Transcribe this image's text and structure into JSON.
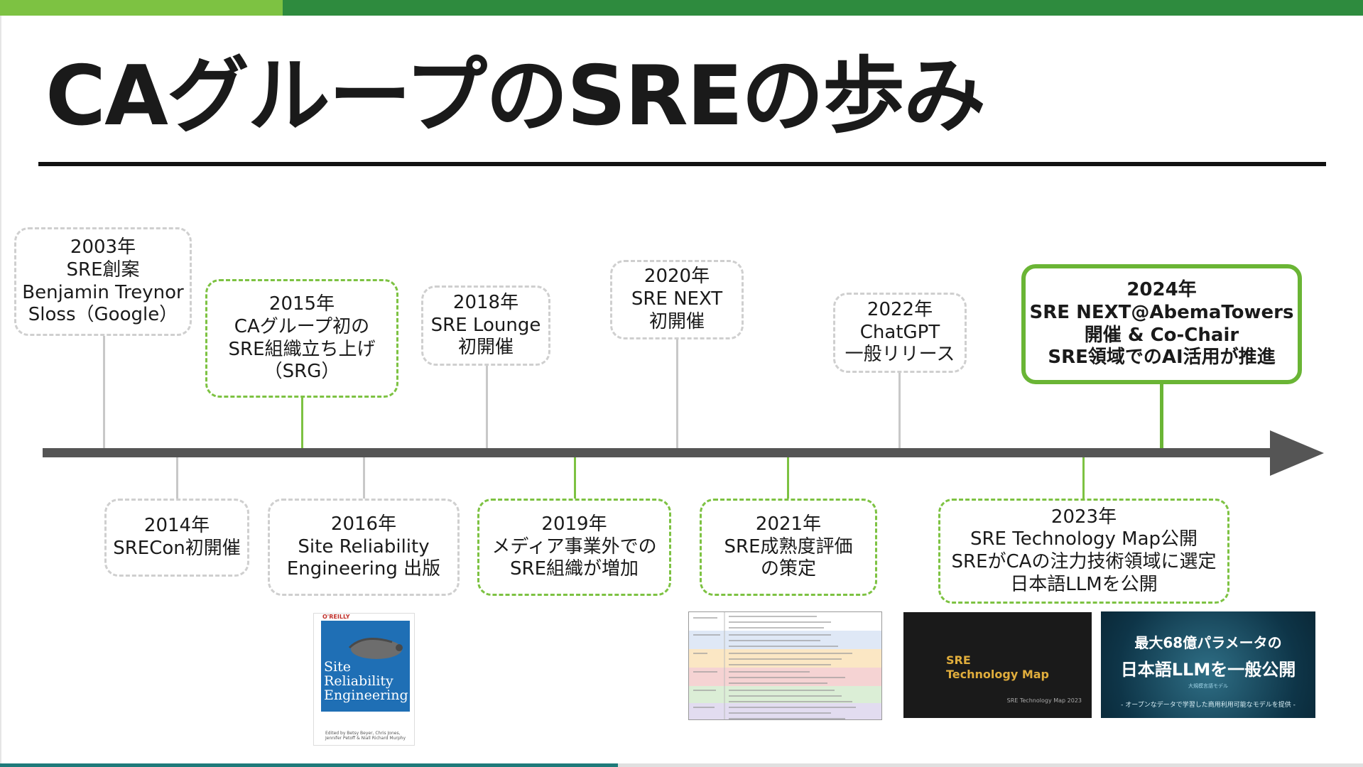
{
  "slide": {
    "title": "CAグループのSREの歩み",
    "accent_colors": {
      "light_green": "#7dc242",
      "dark_green": "#2e8b3e",
      "axis_gray": "#555555",
      "dashed_gray": "#cfcfcf"
    }
  },
  "events": [
    {
      "id": "e2003",
      "lines": [
        "2003年",
        "SRE創案",
        "Benjamin Treynor",
        "Sloss（Google）"
      ],
      "style": "gray",
      "position": "above"
    },
    {
      "id": "e2014",
      "lines": [
        "2014年",
        "SRECon初開催"
      ],
      "style": "gray",
      "position": "below"
    },
    {
      "id": "e2015",
      "lines": [
        "2015年",
        "CAグループ初の",
        "SRE組織立ち上げ",
        "（SRG）"
      ],
      "style": "green",
      "position": "above"
    },
    {
      "id": "e2016",
      "lines": [
        "2016年",
        "Site Reliability",
        "Engineering 出版"
      ],
      "style": "gray",
      "position": "below"
    },
    {
      "id": "e2018",
      "lines": [
        "2018年",
        "SRE Lounge",
        "初開催"
      ],
      "style": "gray",
      "position": "above"
    },
    {
      "id": "e2019",
      "lines": [
        "2019年",
        "メディア事業外での",
        "SRE組織が増加"
      ],
      "style": "green",
      "position": "below"
    },
    {
      "id": "e2020",
      "lines": [
        "2020年",
        "SRE NEXT",
        "初開催"
      ],
      "style": "gray",
      "position": "above"
    },
    {
      "id": "e2021",
      "lines": [
        "2021年",
        "SRE成熟度評価",
        "の策定"
      ],
      "style": "green",
      "position": "below"
    },
    {
      "id": "e2022",
      "lines": [
        "2022年",
        "ChatGPT",
        "一般リリース"
      ],
      "style": "gray",
      "position": "above"
    },
    {
      "id": "e2023",
      "lines": [
        "2023年",
        "SRE Technology Map公開",
        "SREがCAの注力技術領域に選定",
        "日本語LLMを公開"
      ],
      "style": "green",
      "position": "below"
    },
    {
      "id": "e2024",
      "lines": [
        "2024年",
        "SRE NEXT@AbemaTowers",
        "開催 & Co-Chair",
        "SRE領域でのAI活用が推進"
      ],
      "style": "green-solid",
      "position": "above"
    }
  ],
  "images": {
    "book": {
      "publisher": "O'REILLY",
      "title_lines": [
        "Site",
        "Reliability",
        "Engineering"
      ],
      "credit_lines": [
        "Edited by Betsy Beyer, Chris Jones,",
        "Jennifer Petoff & Niall Richard Murphy"
      ]
    },
    "tech_map": {
      "title_lines": [
        "SRE",
        "Technology Map"
      ],
      "subtitle": "SRE Technology Map 2023"
    },
    "llm": {
      "line1": "最大68億パラメータの",
      "line2": "日本語LLMを一般公開",
      "line3": "大規模言語モデル",
      "line4": "- オープンなデータで学習した商用利用可能なモデルを提供 -"
    }
  }
}
